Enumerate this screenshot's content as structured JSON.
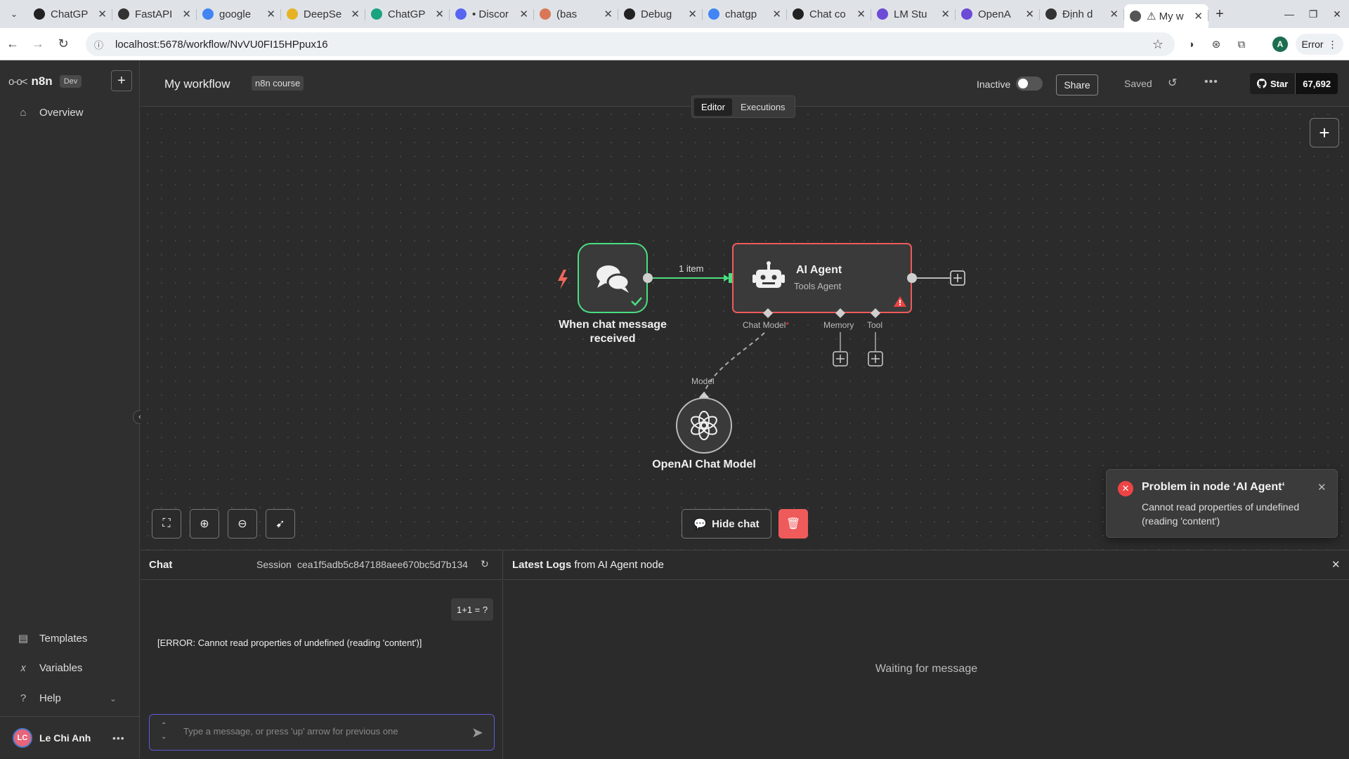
{
  "browser": {
    "tabs": [
      {
        "title": "ChatGP",
        "icon": "openai-icon",
        "color": "#222222"
      },
      {
        "title": "FastAPI",
        "icon": "fastapi-icon",
        "color": "#333333"
      },
      {
        "title": "google",
        "icon": "google-icon",
        "color": "#4285f4"
      },
      {
        "title": "DeepSe",
        "icon": "deepseek-icon",
        "color": "#e6b325"
      },
      {
        "title": "ChatGP",
        "icon": "chatgpt-icon",
        "color": "#19a37f"
      },
      {
        "title": "• Discor",
        "icon": "discord-icon",
        "color": "#5865f2"
      },
      {
        "title": "(bas",
        "icon": "claude-icon",
        "color": "#d97757"
      },
      {
        "title": "Debug",
        "icon": "openai-icon",
        "color": "#222222"
      },
      {
        "title": "chatgp",
        "icon": "google-icon",
        "color": "#4285f4"
      },
      {
        "title": "Chat co",
        "icon": "openai-icon",
        "color": "#222222"
      },
      {
        "title": "LM Stu",
        "icon": "lmstudio-icon",
        "color": "#6d4bd6"
      },
      {
        "title": "OpenA",
        "icon": "openai-icon",
        "color": "#6d4bd6"
      },
      {
        "title": "Định d",
        "icon": "n8n-icon",
        "color": "#333333"
      },
      {
        "title": "⚠ My w",
        "icon": "n8n-icon",
        "color": "#555555",
        "active": true
      }
    ],
    "url": "localhost:5678/workflow/NvVU0FI15HPpux16",
    "profile_initial": "A",
    "error_label": "Error"
  },
  "sidebar": {
    "logo_name": "n8n",
    "env_badge": "Dev",
    "items": [
      {
        "label": "Overview",
        "icon": "home-icon"
      },
      {
        "label": "Templates",
        "icon": "templates-icon"
      },
      {
        "label": "Variables",
        "icon": "variables-icon"
      },
      {
        "label": "Help",
        "icon": "help-icon"
      }
    ],
    "user": {
      "initials": "LC",
      "name": "Le Chi Anh"
    }
  },
  "topbar": {
    "workflow_name": "My workflow",
    "tag": "n8n course",
    "status": "Inactive",
    "share_label": "Share",
    "saved_label": "Saved",
    "github_star": "Star",
    "github_count": "67,692"
  },
  "mode": {
    "editor": "Editor",
    "executions": "Executions"
  },
  "workflow": {
    "trigger_label": "When chat message received",
    "connection_label": "1 item",
    "agent_title": "AI Agent",
    "agent_subtitle": "Tools Agent",
    "ports": {
      "chat_model": "Chat Model",
      "required_mark": "*",
      "memory": "Memory",
      "tool": "Tool",
      "model": "Model"
    },
    "model_label": "OpenAI Chat Model",
    "colors": {
      "success": "#4ade80",
      "error": "#ef4444",
      "accent": "#5b5bd6"
    }
  },
  "controls": {
    "hide_chat": "Hide chat"
  },
  "toast": {
    "title": "Problem in node ‘AI Agent‘",
    "message": "Cannot read properties of undefined (reading 'content')"
  },
  "chat": {
    "title": "Chat",
    "session_label": "Session",
    "session_id": "cea1f5adb5c847188aee670bc5d7b134",
    "user_message": "1+1 = ?",
    "bot_message": "[ERROR: Cannot read properties of undefined (reading 'content')]",
    "input_placeholder": "Type a message, or press 'up' arrow for previous one"
  },
  "logs": {
    "title_bold": "Latest Logs",
    "title_rest": "from AI Agent node",
    "waiting": "Waiting for message"
  }
}
